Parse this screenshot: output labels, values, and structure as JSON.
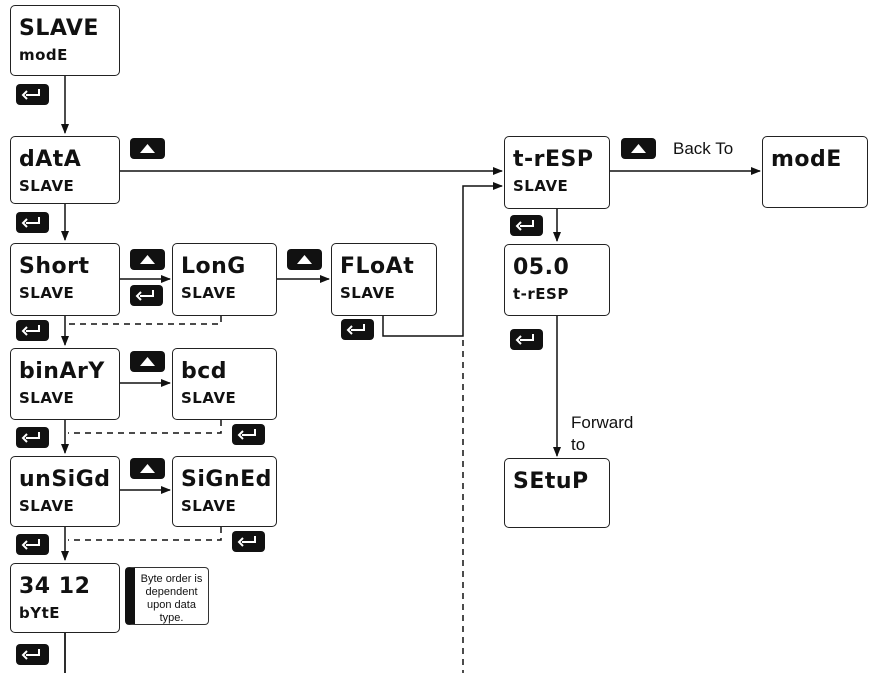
{
  "screens": {
    "slave_mode": {
      "line1": "SLAVE",
      "line2": "modE"
    },
    "data_slave": {
      "line1": "dAtA",
      "line2": "SLAVE"
    },
    "short_slave": {
      "line1": "Short",
      "line2": "SLAVE"
    },
    "long_slave": {
      "line1": "LonG",
      "line2": "SLAVE"
    },
    "float_slave": {
      "line1": "FLoAt",
      "line2": "SLAVE"
    },
    "binary_slave": {
      "line1": "binArY",
      "line2": "SLAVE"
    },
    "bcd_slave": {
      "line1": "bcd",
      "line2": "SLAVE"
    },
    "unsigned_slave": {
      "line1": "unSiGd",
      "line2": "SLAVE"
    },
    "signed_slave": {
      "line1": "SiGnEd",
      "line2": "SLAVE"
    },
    "byte_order": {
      "line1": "34 12",
      "line2": "bYtE"
    },
    "tresp_slave": {
      "line1": "t-rESP",
      "line2": "SLAVE"
    },
    "tresp_value": {
      "line1": "05.0",
      "line2": "t-rESP"
    },
    "mode_back": {
      "line1": "modE"
    },
    "setup": {
      "line1": "SEtuP"
    }
  },
  "note": "Byte order is dependent upon data type.",
  "labels": {
    "back_to": "Back To",
    "forward_to": "Forward to"
  },
  "icons": {
    "enter_key": "enter-key-icon",
    "up_key": "up-arrow-key-icon"
  }
}
